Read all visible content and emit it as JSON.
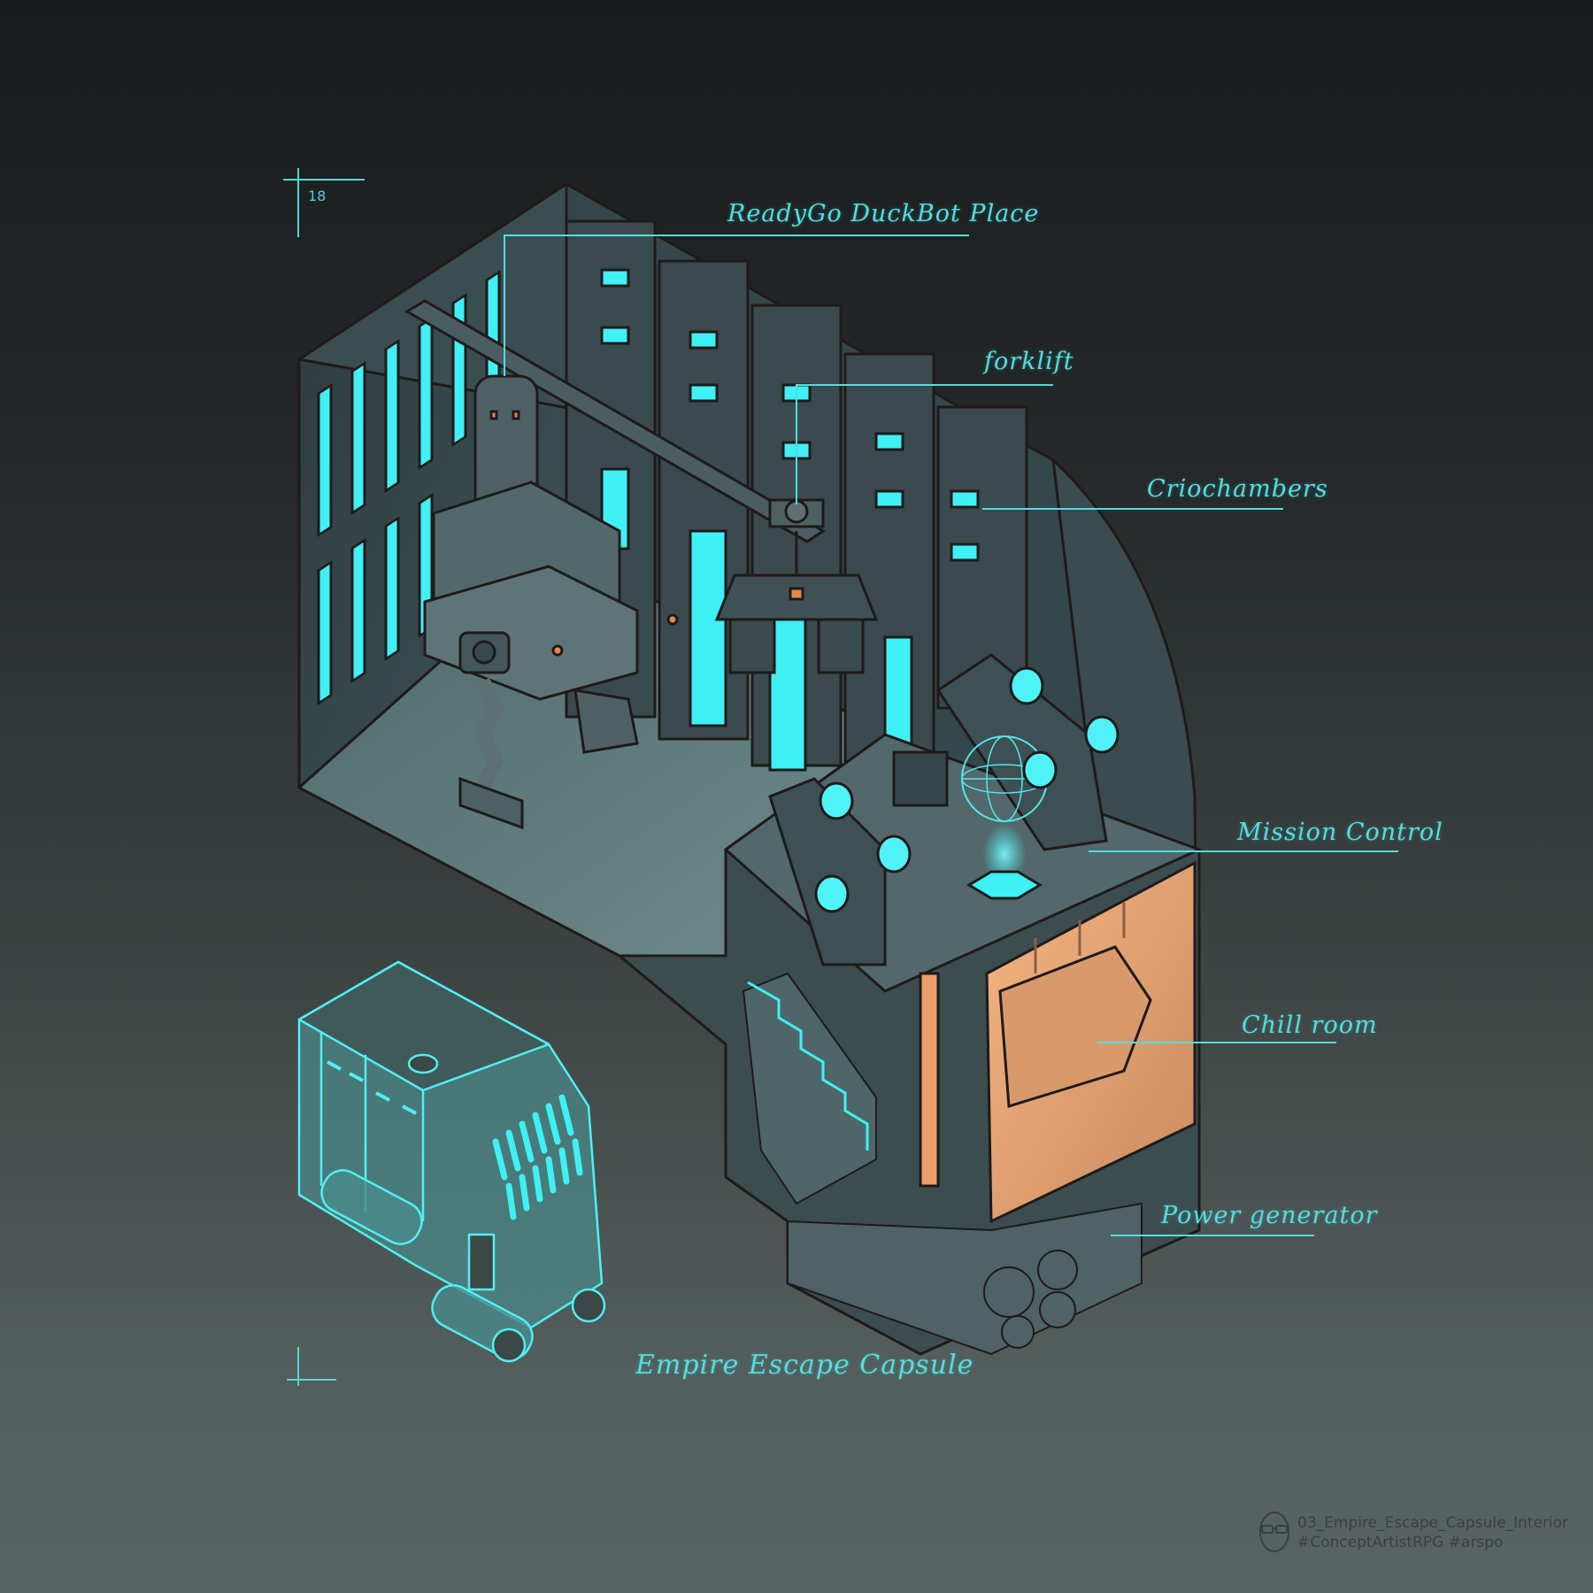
{
  "sheet": {
    "page_number": "18",
    "title": "Empire Escape Capsule"
  },
  "callouts": [
    {
      "id": "duckbot",
      "label": "ReadyGo DuckBot  Place"
    },
    {
      "id": "forklift",
      "label": "forklift"
    },
    {
      "id": "criochambers",
      "label": "Criochambers"
    },
    {
      "id": "mission-control",
      "label": "Mission Control"
    },
    {
      "id": "chill-room",
      "label": "Chill room"
    },
    {
      "id": "power-generator",
      "label": "Power generator"
    }
  ],
  "credit": {
    "icon": "face-with-glasses-icon",
    "filename": "03_Empire_Escape_Capsule_Interior",
    "hashtags": "#ConceptArtistRPG #arspo"
  },
  "colors": {
    "accent_cyan": "#52dde0",
    "glow_cyan": "#3ff0f5",
    "wall_dark": "#2e3b3e",
    "wall_mid": "#4a6265",
    "floor": "#5b7678",
    "chill_orange": "#e9a06a",
    "outline": "#1f1a1a",
    "bg_top": "#191b1d",
    "bg_bottom": "#5a6462"
  }
}
